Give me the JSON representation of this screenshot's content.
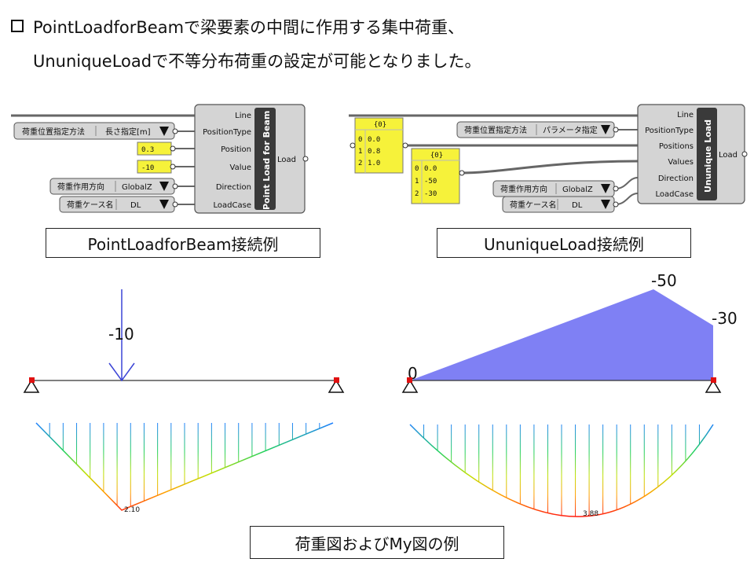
{
  "header": {
    "line1": "PointLoadforBeamで梁要素の中間に作用する集中荷重、",
    "line2": "UnuniqueLoadで不等分布荷重の設定が可能となりました。"
  },
  "left_definition": {
    "component_title": "Point Load for Beam",
    "inputs": [
      "Line",
      "PositionType",
      "Position",
      "Value",
      "Direction",
      "LoadCase"
    ],
    "output": "Load",
    "position_type": {
      "label": "荷重位置指定方法",
      "value": "長さ指定[m]"
    },
    "position_value": "0.3",
    "load_value": "-10",
    "direction": {
      "label": "荷重作用方向",
      "value": "GlobalZ"
    },
    "load_case": {
      "label": "荷重ケース名",
      "value": "DL"
    }
  },
  "right_definition": {
    "component_title": "Ununique Load",
    "inputs": [
      "Line",
      "PositionType",
      "Positions",
      "Values",
      "Direction",
      "LoadCase"
    ],
    "output": "Load",
    "position_type": {
      "label": "荷重位置指定方法",
      "value": "パラメータ指定"
    },
    "positions_panel": {
      "header": "{0}",
      "rows": [
        {
          "i": "0",
          "v": "0.0"
        },
        {
          "i": "1",
          "v": "0.8"
        },
        {
          "i": "2",
          "v": "1.0"
        }
      ]
    },
    "values_panel": {
      "header": "{0}",
      "rows": [
        {
          "i": "0",
          "v": "0.0"
        },
        {
          "i": "1",
          "v": "-50"
        },
        {
          "i": "2",
          "v": "-30"
        }
      ]
    },
    "direction": {
      "label": "荷重作用方向",
      "value": "GlobalZ"
    },
    "load_case": {
      "label": "荷重ケース名",
      "value": "DL"
    }
  },
  "captions": {
    "left": "PointLoadforBeam接続例",
    "right": "UnuniqueLoad接続例",
    "bottom": "荷重図およびMy図の例"
  },
  "load_diagrams": {
    "point_load_label": "-10",
    "distributed_labels": {
      "start": "0",
      "peak": "-50",
      "end": "-30"
    }
  },
  "moment_diagrams": {
    "left_max": "2.10",
    "right_max": "3.88"
  },
  "colors": {
    "panel_yellow": "#f6f23a",
    "component_gray": "#d4d4d4",
    "title_dark": "#3a3a3a",
    "load_fill": "#7f80f4",
    "arrow_blue": "#3b44d6",
    "support_red": "#e01010"
  }
}
